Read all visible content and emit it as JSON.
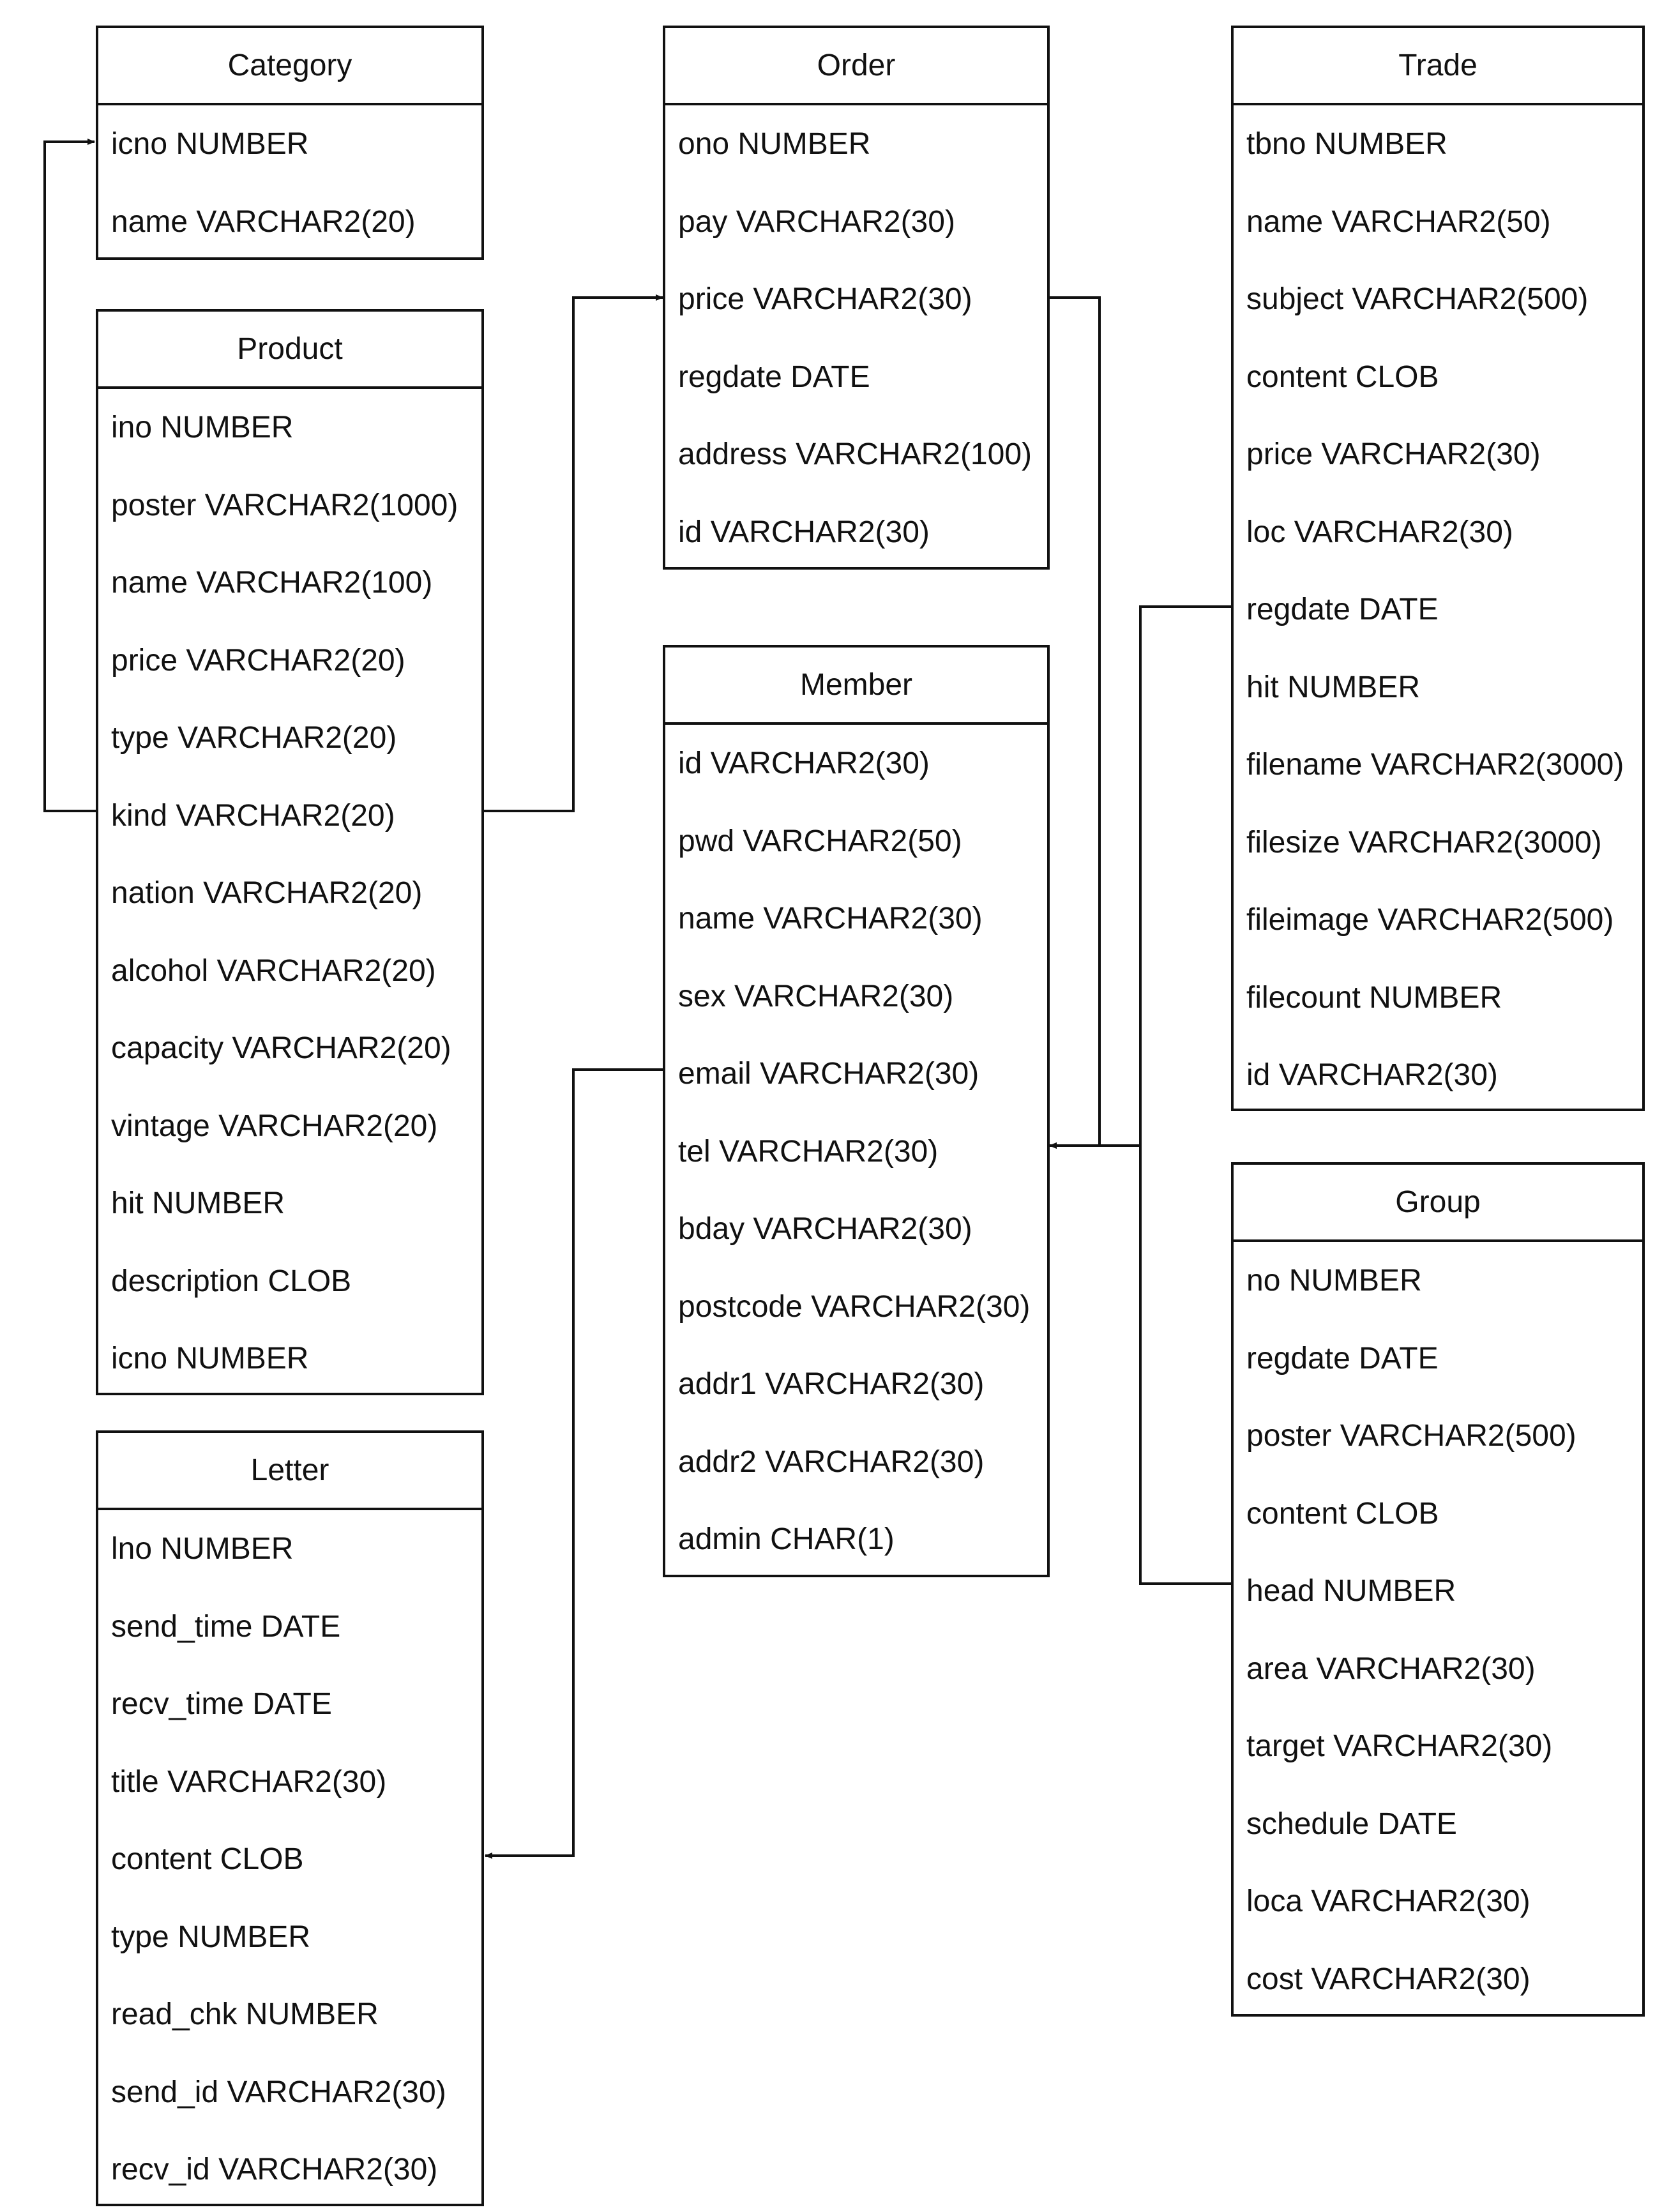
{
  "diagram": {
    "entities": [
      {
        "id": "category",
        "title": "Category",
        "fields": [
          "icno NUMBER",
          "name VARCHAR2(20)"
        ]
      },
      {
        "id": "product",
        "title": "Product",
        "fields": [
          "ino NUMBER",
          "poster VARCHAR2(1000)",
          "name VARCHAR2(100)",
          "price VARCHAR2(20)",
          "type VARCHAR2(20)",
          "kind VARCHAR2(20)",
          "nation VARCHAR2(20)",
          "alcohol VARCHAR2(20)",
          "capacity VARCHAR2(20)",
          "vintage VARCHAR2(20)",
          "hit NUMBER",
          "description CLOB",
          "icno NUMBER"
        ]
      },
      {
        "id": "letter",
        "title": "Letter",
        "fields": [
          "lno NUMBER",
          "send_time DATE",
          "recv_time DATE",
          "title VARCHAR2(30)",
          "content CLOB",
          "type NUMBER",
          "read_chk NUMBER",
          "send_id VARCHAR2(30)",
          "recv_id VARCHAR2(30)"
        ]
      },
      {
        "id": "order",
        "title": "Order",
        "fields": [
          "ono NUMBER",
          "pay VARCHAR2(30)",
          "price VARCHAR2(30)",
          "regdate DATE",
          "address VARCHAR2(100)",
          "id VARCHAR2(30)"
        ]
      },
      {
        "id": "member",
        "title": "Member",
        "fields": [
          "id VARCHAR2(30)",
          "pwd VARCHAR2(50)",
          "name VARCHAR2(30)",
          "sex VARCHAR2(30)",
          "email VARCHAR2(30)",
          "tel VARCHAR2(30)",
          "bday VARCHAR2(30)",
          "postcode VARCHAR2(30)",
          "addr1 VARCHAR2(30)",
          "addr2 VARCHAR2(30)",
          "admin CHAR(1)"
        ]
      },
      {
        "id": "trade",
        "title": "Trade",
        "fields": [
          "tbno NUMBER",
          "name VARCHAR2(50)",
          "subject VARCHAR2(500)",
          "content CLOB",
          "price VARCHAR2(30)",
          "loc VARCHAR2(30)",
          "regdate DATE",
          "hit NUMBER",
          "filename VARCHAR2(3000)",
          "filesize VARCHAR2(3000)",
          "fileimage VARCHAR2(500)",
          "filecount NUMBER",
          "id VARCHAR2(30)"
        ]
      },
      {
        "id": "group",
        "title": "Group",
        "fields": [
          "no NUMBER",
          "regdate DATE",
          "poster VARCHAR2(500)",
          "content CLOB",
          "head NUMBER",
          "area VARCHAR2(30)",
          "target VARCHAR2(30)",
          "schedule DATE",
          "loca VARCHAR2(30)",
          "cost VARCHAR2(30)"
        ]
      }
    ],
    "connectors": [
      {
        "from": "product.kind",
        "to": "category.icno"
      },
      {
        "from": "product.kind",
        "to": "order.price"
      },
      {
        "from": "order.price",
        "to": "member.tel"
      },
      {
        "from": "trade.regdate",
        "to": "member.tel"
      },
      {
        "from": "group.head",
        "to": "member.tel"
      },
      {
        "from": "member.email",
        "to": "letter.content"
      }
    ]
  }
}
